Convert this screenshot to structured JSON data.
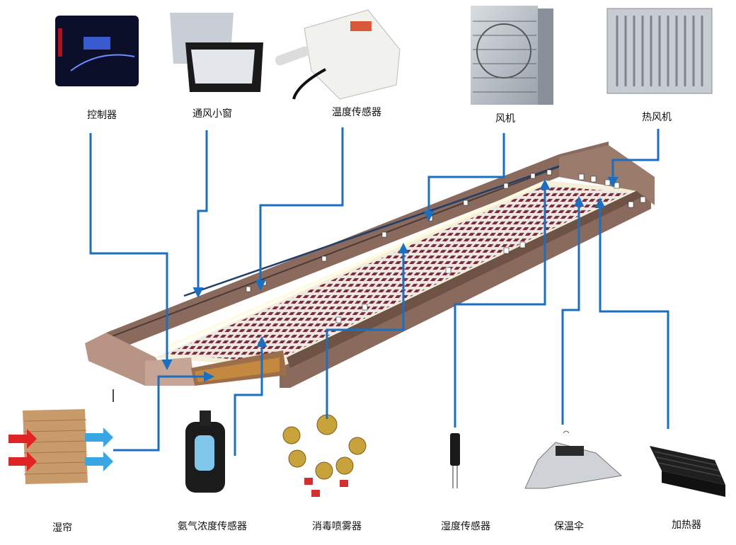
{
  "labels": {
    "controller": "控制器",
    "vent_window": "通风小窗",
    "temp_sensor": "温度传感器",
    "fan": "风机",
    "hot_air_fan": "热风机",
    "wet_curtain": "湿帘",
    "ammonia_sensor": "氨气浓度传感器",
    "disinfect_sprayer": "消毒喷雾器",
    "humidity_sensor": "湿度传感器",
    "heat_umbrella": "保温伞",
    "heater": "加热器"
  },
  "colors": {
    "arrow": "#1a6fc1",
    "wall": "#8a6a5c",
    "wall_dark": "#6e5246",
    "floor": "#f3efd8",
    "cage": "#7a2e33"
  }
}
